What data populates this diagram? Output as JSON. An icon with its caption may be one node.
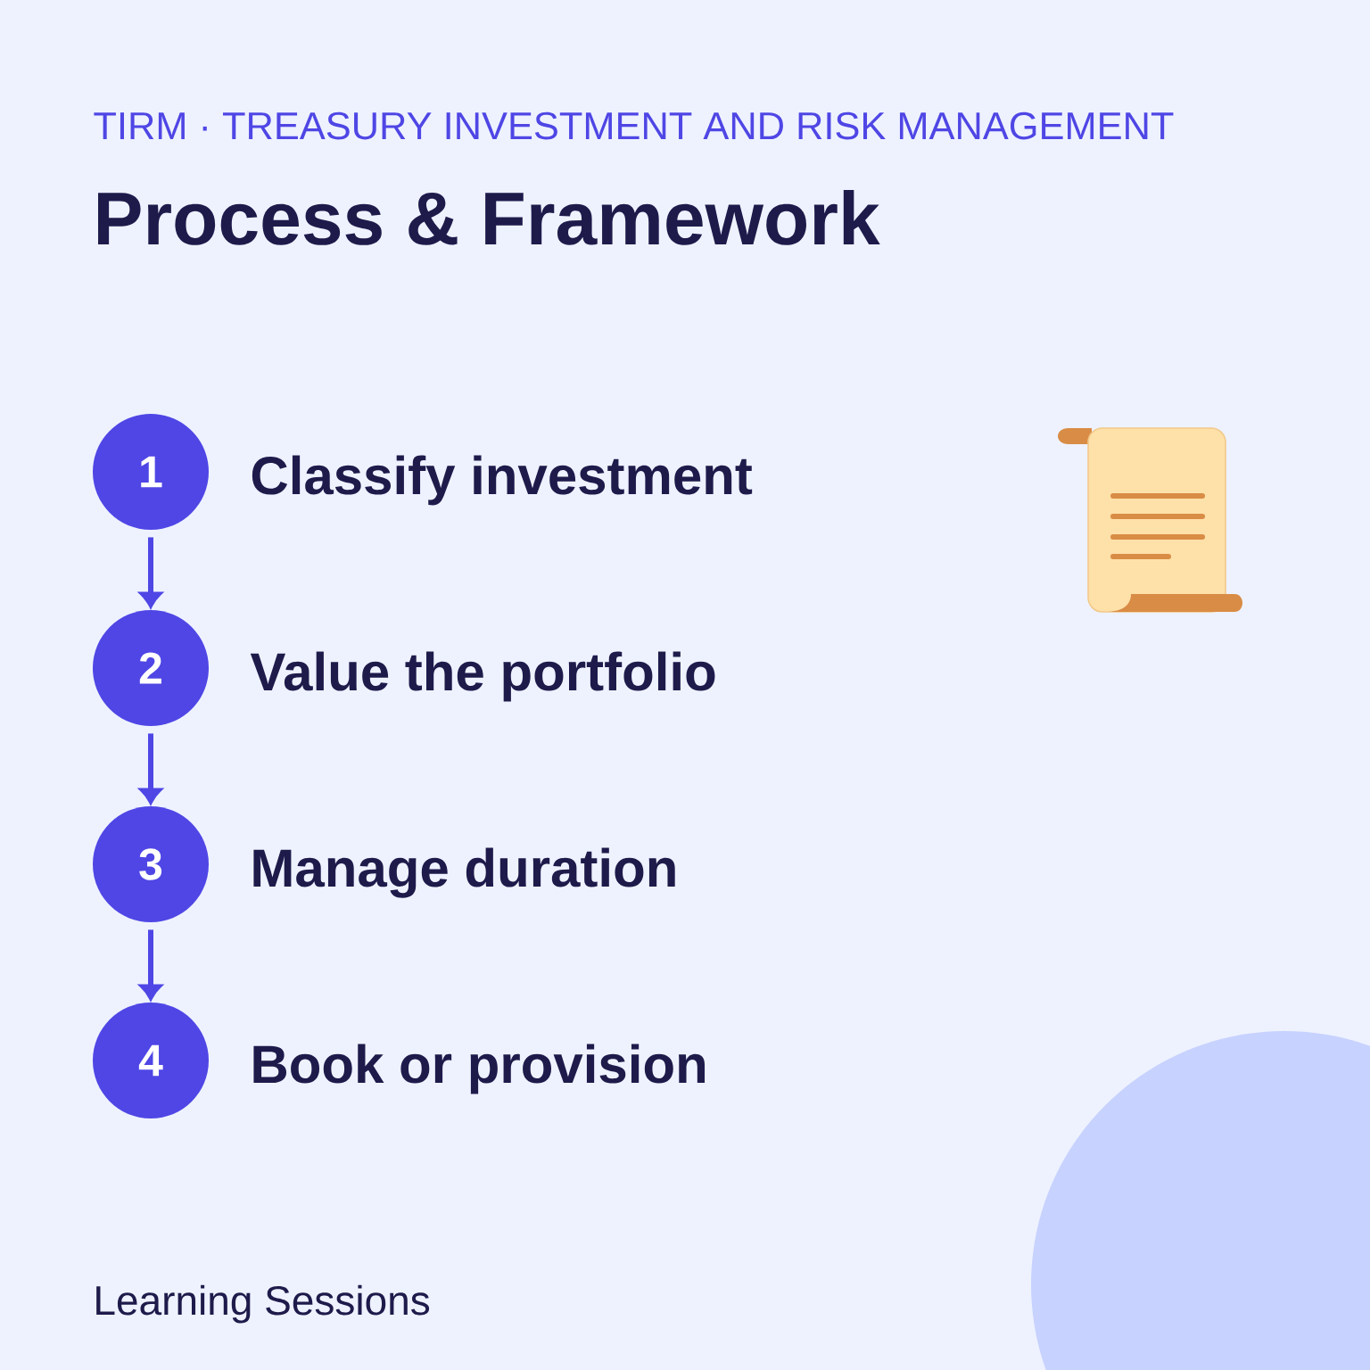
{
  "diagram": {
    "title": "Process & Framework",
    "nodes": [
      {
        "text": [
          "1"
        ],
        "beside": [
          "Classify investment"
        ]
      },
      {
        "text": [
          "2"
        ],
        "beside": [
          "Value the portfolio"
        ]
      },
      {
        "text": [
          "3"
        ],
        "beside": [
          "Manage duration"
        ]
      },
      {
        "text": [
          "4"
        ],
        "beside": [
          "Book or provision"
        ]
      }
    ],
    "edges": [
      {
        "from": 0,
        "to": 1,
        "arrow": "to"
      },
      {
        "from": 1,
        "to": 2,
        "arrow": "to"
      },
      {
        "from": 2,
        "to": 3,
        "arrow": "to"
      }
    ],
    "labels": [
      "TIRM · TREASURY INVESTMENT AND RISK MANAGEMENT",
      "Learning Sessions"
    ]
  }
}
